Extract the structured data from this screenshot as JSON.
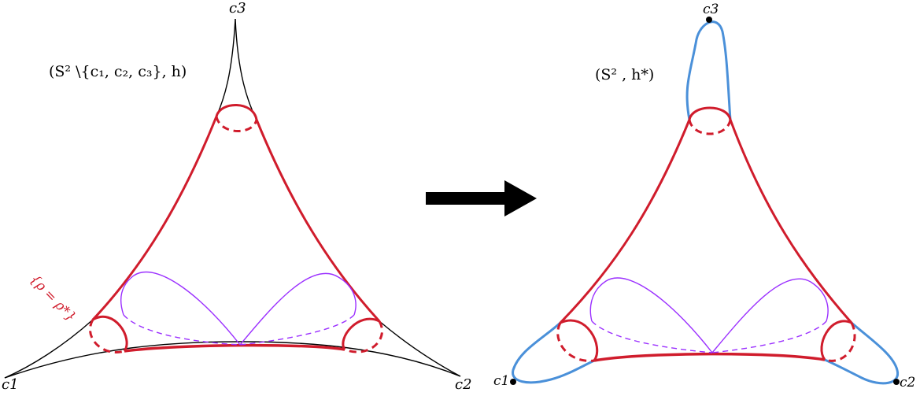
{
  "left_panel": {
    "title": "(S² \\{c₁, c₂, c₃}, h)",
    "corner_labels": {
      "c1": "c1",
      "c2": "c2",
      "c3": "c3"
    },
    "region_label": "{ρ = ρ*}"
  },
  "arrow": {
    "direction": "right"
  },
  "right_panel": {
    "title": "(S² , h*)",
    "corner_labels": {
      "c1": "c1",
      "c2": "c2",
      "c3": "c3"
    }
  },
  "colors": {
    "cusp_edges": "#000000",
    "red_curves": "#d01c2c",
    "purple_curves": "#9b30ff",
    "blue_caps": "#4a90d9",
    "arrow": "#000000"
  }
}
